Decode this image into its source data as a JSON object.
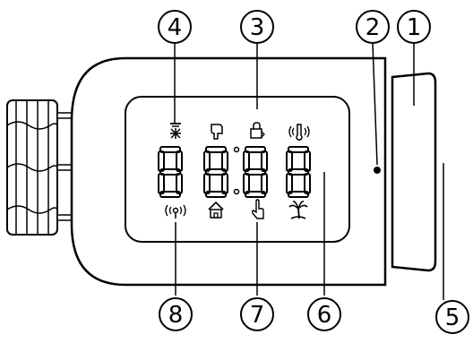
{
  "callouts": [
    {
      "id": "c1",
      "label": "1"
    },
    {
      "id": "c2",
      "label": "2"
    },
    {
      "id": "c3",
      "label": "3"
    },
    {
      "id": "c4",
      "label": "4"
    },
    {
      "id": "c5",
      "label": "5"
    },
    {
      "id": "c6",
      "label": "6"
    },
    {
      "id": "c7",
      "label": "7"
    },
    {
      "id": "c8",
      "label": "8"
    }
  ],
  "display": {
    "digits": [
      "8",
      "8",
      "8",
      "8"
    ],
    "top_icons": [
      "frost-protection-icon",
      "manual-mode-icon",
      "lock-icon",
      "window-open-icon"
    ],
    "bottom_icons": [
      "radio-signal-icon",
      "home-icon",
      "touch-hand-icon",
      "holiday-palm-icon"
    ]
  }
}
